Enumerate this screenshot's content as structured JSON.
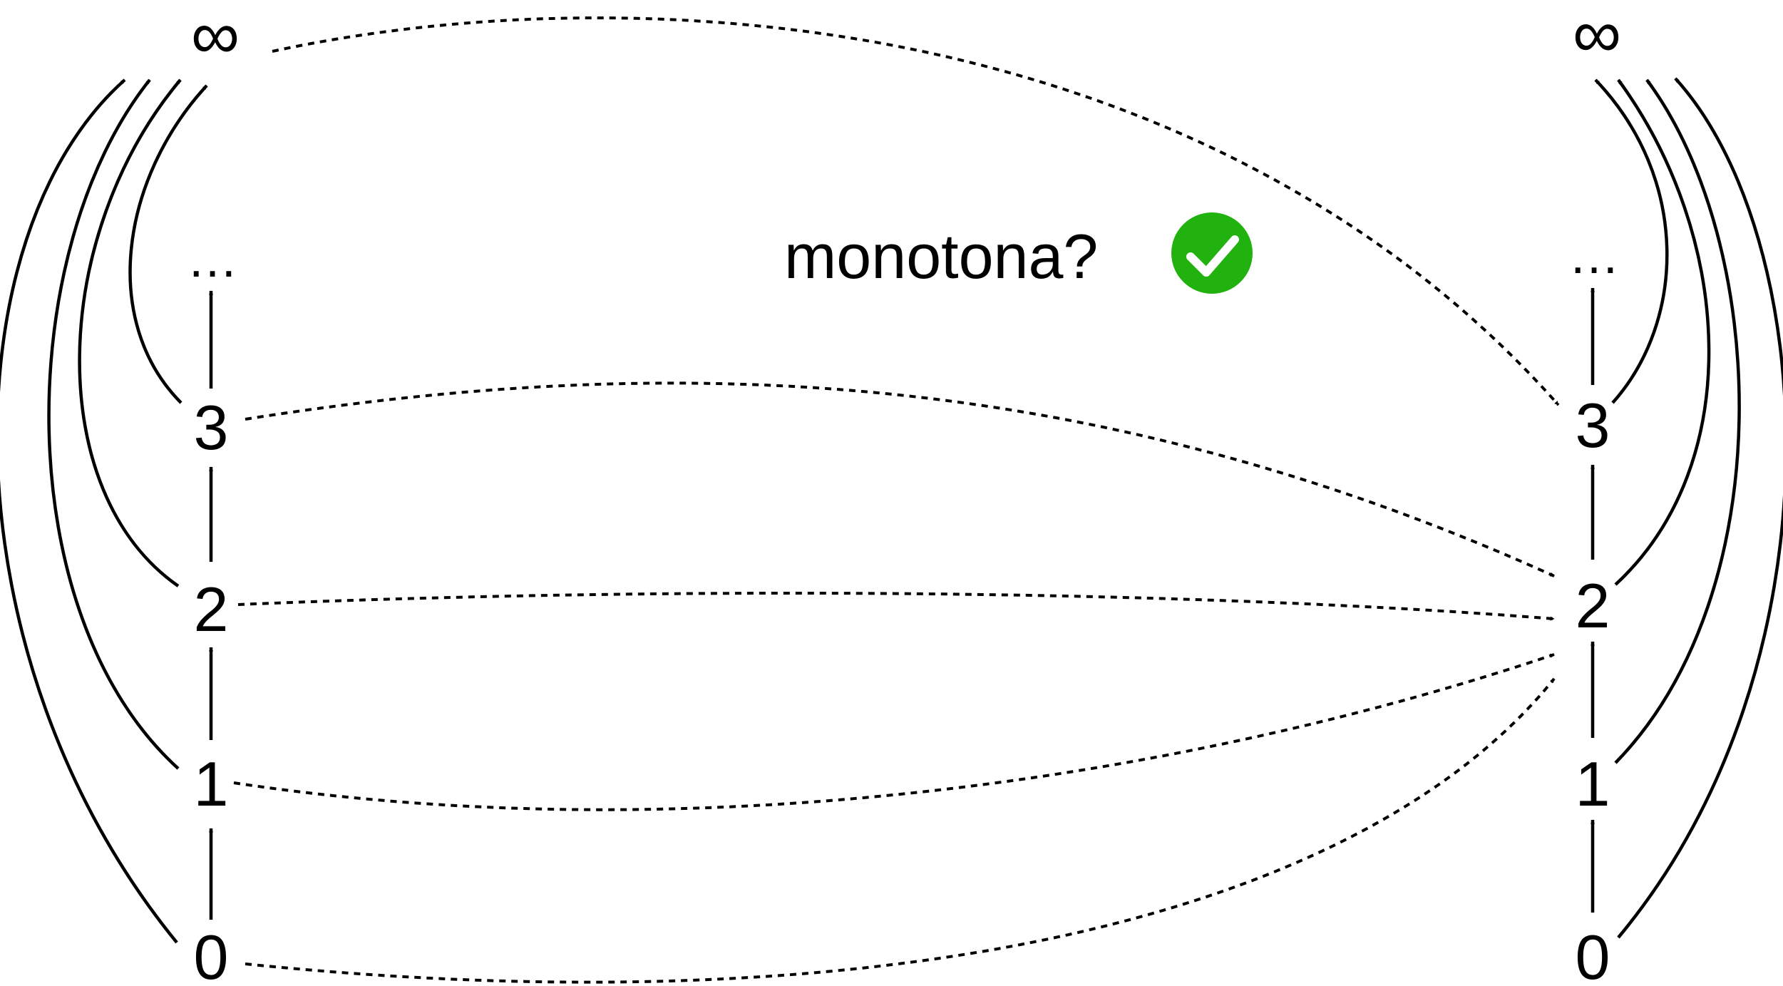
{
  "left_column": {
    "nodes": [
      "0",
      "1",
      "2",
      "3",
      "…",
      "∞"
    ]
  },
  "right_column": {
    "nodes": [
      "0",
      "1",
      "2",
      "3",
      "…",
      "∞"
    ]
  },
  "caption": {
    "text": "monotona?"
  },
  "check_badge": {
    "color": "#22b20f",
    "icon": "check-icon"
  },
  "mapping": [
    {
      "from": "0",
      "to": "2"
    },
    {
      "from": "1",
      "to": "2"
    },
    {
      "from": "2",
      "to": "2"
    },
    {
      "from": "3",
      "to": "2"
    },
    {
      "from": "∞",
      "to": "3"
    }
  ]
}
